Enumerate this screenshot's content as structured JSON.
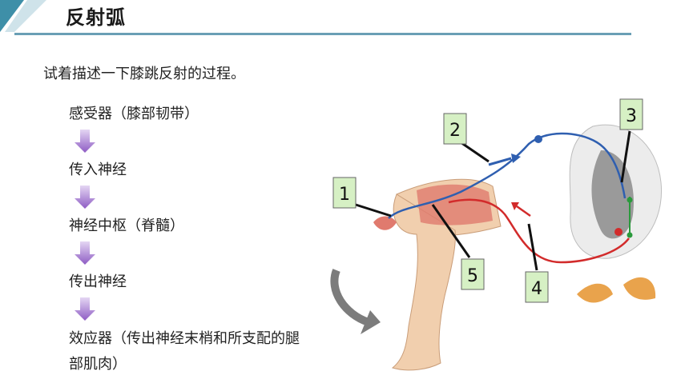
{
  "header": {
    "title": "反射弧"
  },
  "question": "试着描述一下膝跳反射的过程。",
  "flow": {
    "steps": [
      "感受器（膝部韧带）",
      "传入神经",
      "神经中枢（脊髓）",
      "传出神经",
      "效应器（传出神经末梢和所支配的腿部肌肉）"
    ]
  },
  "diagram": {
    "labels": [
      "1",
      "2",
      "3",
      "4",
      "5"
    ]
  },
  "colors": {
    "accent": "#6a9fb5",
    "corner": "#3e8fa8",
    "arrow": "#9b6fc8",
    "label_box": "#d6f0c4",
    "afferent": "#2f5fb0",
    "efferent": "#d22b2b",
    "interneuron": "#2a9a3c"
  }
}
